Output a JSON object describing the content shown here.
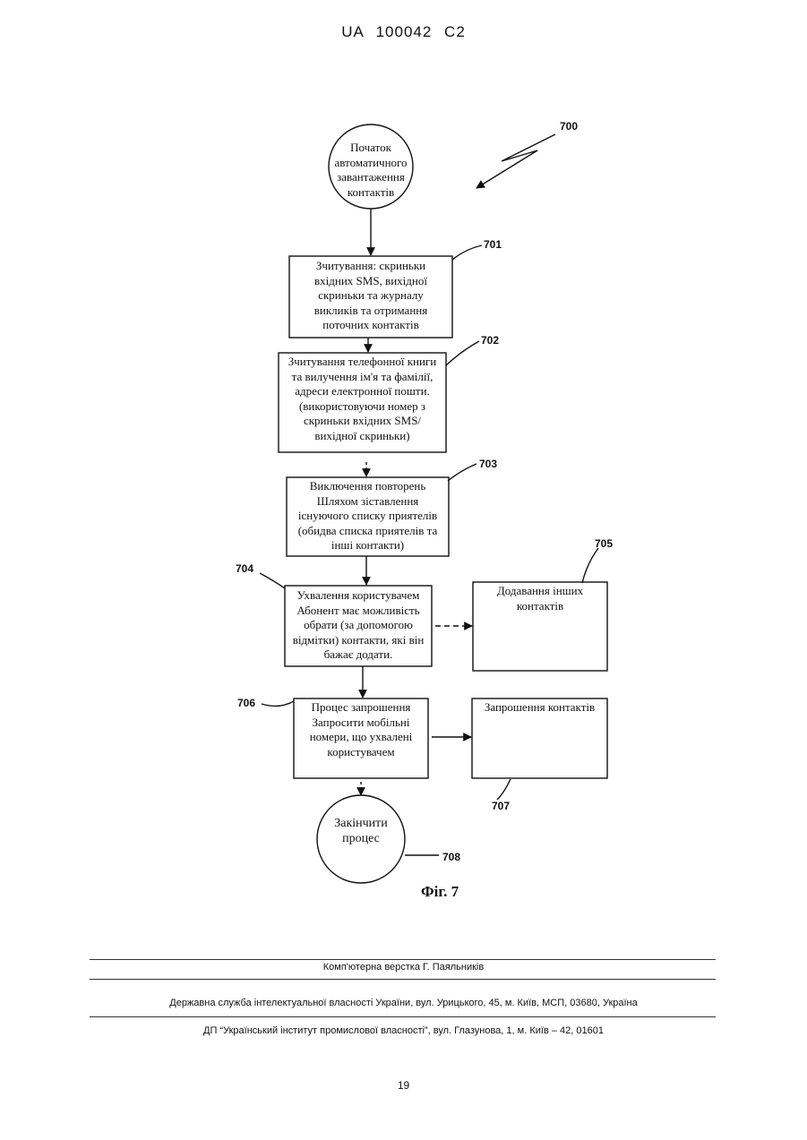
{
  "header": {
    "patent_number": "UA   100042   C2"
  },
  "diagram": {
    "figure_number": "700",
    "start": {
      "label": "Початок\nавтоматичного\nзавантаження\nконтактів"
    },
    "steps": [
      {
        "ref": "701",
        "label": "Зчитування: скриньки\nвхідних SMS, вихідної\nскриньки та журналу\nвикликів та отримання\nпоточних контактів"
      },
      {
        "ref": "702",
        "label": "Зчитування телефонної книги\nта вилучення ім'я та фамілії,\nадреси електронної пошти.\n(використовуючи номер з\nскриньки вхідних SMS/\nвихідної скриньки)"
      },
      {
        "ref": "703",
        "label": "Виключення повторень\nШляхом зіставлення\nіснуючого списку приятелів\n(обидва списка приятелів та\nінші контакти)"
      },
      {
        "ref": "704",
        "label": "Ухвалення користувачем\nАбонент має можливість\nобрати (за допомогою\nвідмітки) контакти, які він\nбажає додати."
      },
      {
        "ref": "705",
        "label": "Додавання інших\nконтактів"
      },
      {
        "ref": "706",
        "label": "Процес запрошення\nЗапросити мобільні\nномери, що ухвалені\nкористувачем"
      },
      {
        "ref": "707",
        "label": "Запрошення контактів"
      }
    ],
    "end": {
      "ref": "708",
      "label": "Закінчити\nпроцес"
    },
    "caption": "Фіг. 7"
  },
  "footer": {
    "layout_credit": "Комп'ютерна верстка Г. Паяльників",
    "agency": "Державна служба інтелектуальної власності України, вул. Урицького, 45, м. Київ, МСП, 03680, Україна",
    "institute": "ДП “Український інститут промислової власності”, вул. Глазунова, 1, м. Київ – 42, 01601",
    "page_number": "19"
  }
}
